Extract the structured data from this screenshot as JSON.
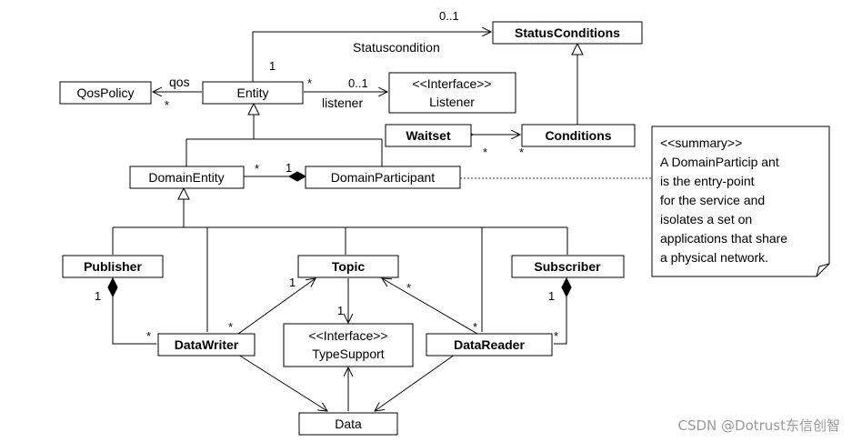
{
  "classes": {
    "status_conditions": "StatusConditions",
    "qos_policy": "QosPolicy",
    "entity": "Entity",
    "listener_stereotype": "<<Interface>>",
    "listener": "Listener",
    "waitset": "Waitset",
    "conditions": "Conditions",
    "domain_entity": "DomainEntity",
    "domain_participant": "DomainParticipant",
    "publisher": "Publisher",
    "topic": "Topic",
    "subscriber": "Subscriber",
    "data_writer": "DataWriter",
    "type_support_stereotype": "<<Interface>>",
    "type_support": "TypeSupport",
    "data_reader": "DataReader",
    "data": "Data"
  },
  "labels": {
    "statuscondition_role": "Statuscondition",
    "statuscondition_mult_status": "0..1",
    "statuscondition_mult_entity": "1",
    "qos_role": "qos",
    "qos_mult": "*",
    "listener_role": "listener",
    "listener_mult_entity": "*",
    "listener_mult_listener": "0..1",
    "waitset_mult": "*",
    "conditions_mult": "*",
    "domainentity_mult": "*",
    "domainparticipant_mult": "1",
    "publisher_mult": "1",
    "datawriter_mult_pub": "*",
    "datawriter_mult_topic": "*",
    "topic_mult_writer": "1",
    "topic_mult_typesupport": "1",
    "topic_mult_reader": "*",
    "subscriber_mult": "1",
    "datareader_mult_sub": "*",
    "datareader_mult_topic": "*"
  },
  "note": {
    "lines": [
      "<<summary>>",
      "A DomainParticip ant",
      "is the entry-point",
      "for the service and",
      "isolates a set on",
      "applications that share",
      "a physical network."
    ]
  },
  "watermark": "CSDN @Dotrust东信创智"
}
